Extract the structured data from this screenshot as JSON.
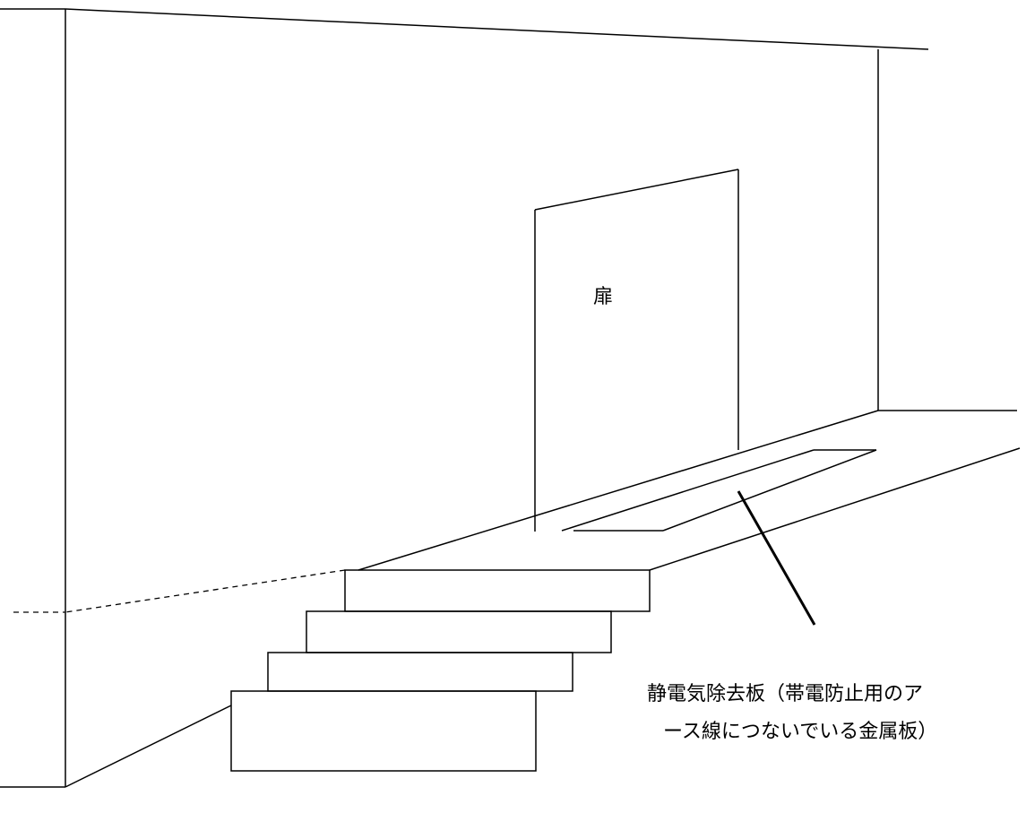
{
  "labels": {
    "door": "扉",
    "plate_line1": "静電気除去板（帯電防止用のア",
    "plate_line2": "ース線につないでいる金属板）"
  }
}
